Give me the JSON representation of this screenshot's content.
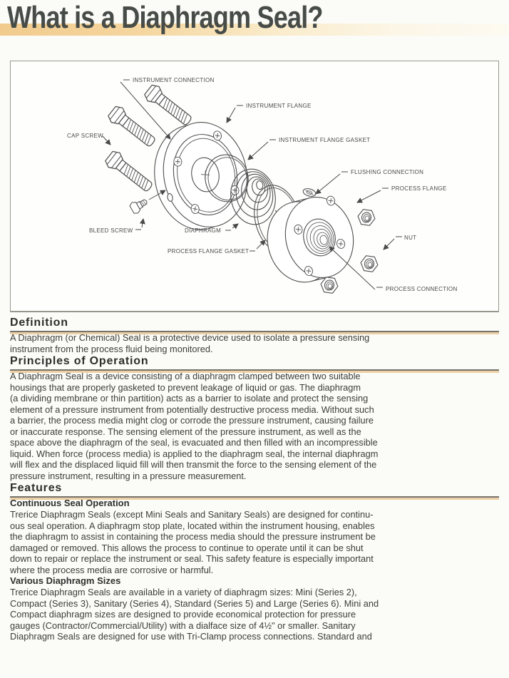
{
  "page": {
    "title": "What is a Diaphragm Seal?"
  },
  "diagram": {
    "labels": {
      "instrument_connection": "INSTRUMENT CONNECTION",
      "instrument_flange": "INSTRUMENT FLANGE",
      "cap_screw": "CAP SCREW",
      "instrument_flange_gasket": "INSTRUMENT FLANGE GASKET",
      "flushing_connection": "FLUSHING CONNECTION",
      "process_flange": "PROCESS FLANGE",
      "bleed_screw": "BLEED SCREW",
      "diaphragm": "DIAPHRAGM",
      "nut": "NUT",
      "process_flange_gasket": "PROCESS FLANGE GASKET",
      "process_connection": "PROCESS CONNECTION"
    }
  },
  "sections": {
    "definition": {
      "heading": "Definition",
      "body": [
        "A Diaphragm (or Chemical) Seal is a protective device used to isolate a pressure sensing",
        "instrument from the process fluid being monitored."
      ]
    },
    "principles_of_operation": {
      "heading": "Principles of Operation",
      "body": [
        "A Diaphragm Seal is a device consisting of a diaphragm clamped between two suitable",
        "housings that are properly gasketed to prevent leakage of liquid or gas. The diaphragm",
        "(a dividing membrane or thin partition) acts as a barrier to isolate and protect the sensing",
        "element of a pressure instrument from potentially destructive process media. Without such",
        "a barrier, the process media might clog or corrode the pressure instrument, causing failure",
        "or inaccurate response. The sensing element of the pressure instrument, as well as the",
        "space above the diaphragm of the seal, is evacuated and then filled with an incompressible",
        "liquid. When force (process media) is applied to the diaphragm seal, the internal diaphragm",
        "will flex and the displaced liquid fill will then transmit the force to the sensing element of the",
        "pressure instrument, resulting in a pressure measurement."
      ]
    },
    "features": {
      "heading": "Features",
      "continuous_seal_operation": {
        "heading": "Continuous Seal Operation",
        "body": [
          "Trerice Diaphragm Seals (except Mini Seals and Sanitary Seals) are designed for continu-",
          "ous seal operation. A diaphragm stop plate, located within the instrument housing, enables",
          "the diaphragm to assist in containing the process media should the pressure instrument be",
          "damaged or removed. This allows the process to continue to operate until it can be shut",
          "down to repair or replace the instrument or seal. This safety feature is especially important",
          "where the process media are corrosive or harmful."
        ]
      },
      "various_diaphragm_sizes": {
        "heading": "Various Diaphragm Sizes",
        "body": [
          "Trerice Diaphragm Seals are available in a variety of diaphragm sizes: Mini (Series 2),",
          "Compact (Series 3), Sanitary (Series 4), Standard (Series 5) and Large (Series 6). Mini and",
          "Compact diaphragm sizes are designed to provide economical protection for pressure",
          "gauges (Contractor/Commercial/Utility) with a dialface size of 4½\" or smaller. Sanitary",
          "Diaphragm Seals are designed for use with Tri-Clamp process connections. Standard and"
        ]
      }
    }
  },
  "colors": {
    "highlight_band": "#f1cb8e",
    "rule_accent": "#ecd0a4",
    "title_text": "#474c48"
  }
}
